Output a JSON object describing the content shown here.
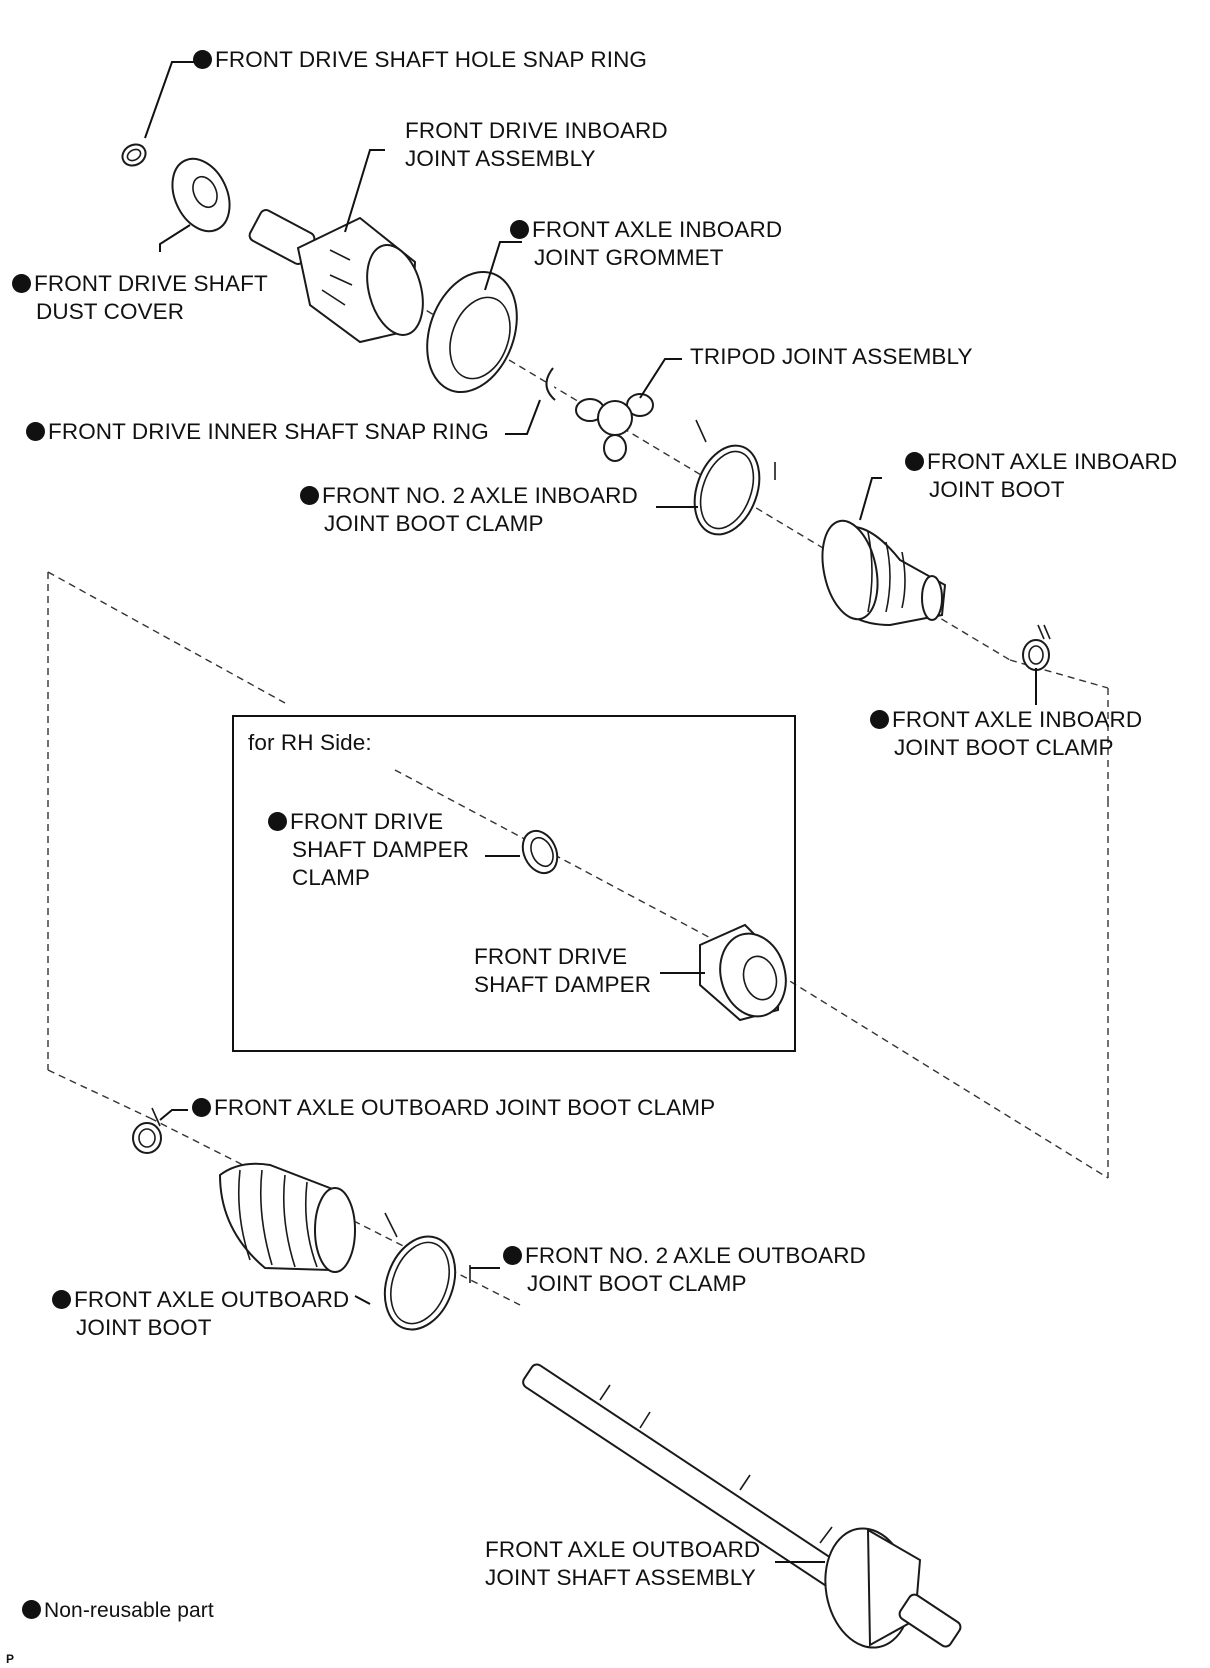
{
  "figure_code": "P",
  "legend": {
    "text": "Non-reusable part"
  },
  "inset": {
    "title": "for RH Side:"
  },
  "labels": {
    "hole_snap_ring": {
      "lines": [
        "FRONT DRIVE SHAFT HOLE SNAP RING"
      ],
      "nonreusable": true
    },
    "inboard_joint_assembly": {
      "lines": [
        "FRONT DRIVE INBOARD",
        "JOINT ASSEMBLY"
      ],
      "nonreusable": false
    },
    "inboard_joint_grommet": {
      "lines": [
        "FRONT AXLE INBOARD",
        "JOINT GROMMET"
      ],
      "nonreusable": true
    },
    "dust_cover": {
      "lines": [
        "FRONT DRIVE SHAFT",
        "DUST COVER"
      ],
      "nonreusable": true
    },
    "tripod_joint": {
      "lines": [
        "TRIPOD JOINT ASSEMBLY"
      ],
      "nonreusable": false
    },
    "inner_shaft_snap_ring": {
      "lines": [
        "FRONT DRIVE INNER SHAFT SNAP RING"
      ],
      "nonreusable": true
    },
    "no2_inboard_boot_clamp": {
      "lines": [
        "FRONT NO. 2 AXLE INBOARD",
        "JOINT BOOT CLAMP"
      ],
      "nonreusable": true
    },
    "inboard_joint_boot": {
      "lines": [
        "FRONT AXLE INBOARD",
        "JOINT BOOT"
      ],
      "nonreusable": true
    },
    "inboard_boot_clamp": {
      "lines": [
        "FRONT AXLE INBOARD",
        "JOINT BOOT CLAMP"
      ],
      "nonreusable": true
    },
    "damper_clamp": {
      "lines": [
        "FRONT DRIVE",
        "SHAFT DAMPER",
        "CLAMP"
      ],
      "nonreusable": true
    },
    "shaft_damper": {
      "lines": [
        "FRONT DRIVE",
        "SHAFT DAMPER"
      ],
      "nonreusable": false
    },
    "outboard_boot_clamp": {
      "lines": [
        "FRONT AXLE OUTBOARD JOINT BOOT CLAMP"
      ],
      "nonreusable": true
    },
    "no2_outboard_boot_clamp": {
      "lines": [
        "FRONT NO. 2 AXLE OUTBOARD",
        "JOINT BOOT CLAMP"
      ],
      "nonreusable": true
    },
    "outboard_joint_boot": {
      "lines": [
        "FRONT AXLE OUTBOARD",
        "JOINT BOOT"
      ],
      "nonreusable": true
    },
    "outboard_shaft_assembly": {
      "lines": [
        "FRONT AXLE OUTBOARD",
        "JOINT SHAFT ASSEMBLY"
      ],
      "nonreusable": false
    }
  }
}
